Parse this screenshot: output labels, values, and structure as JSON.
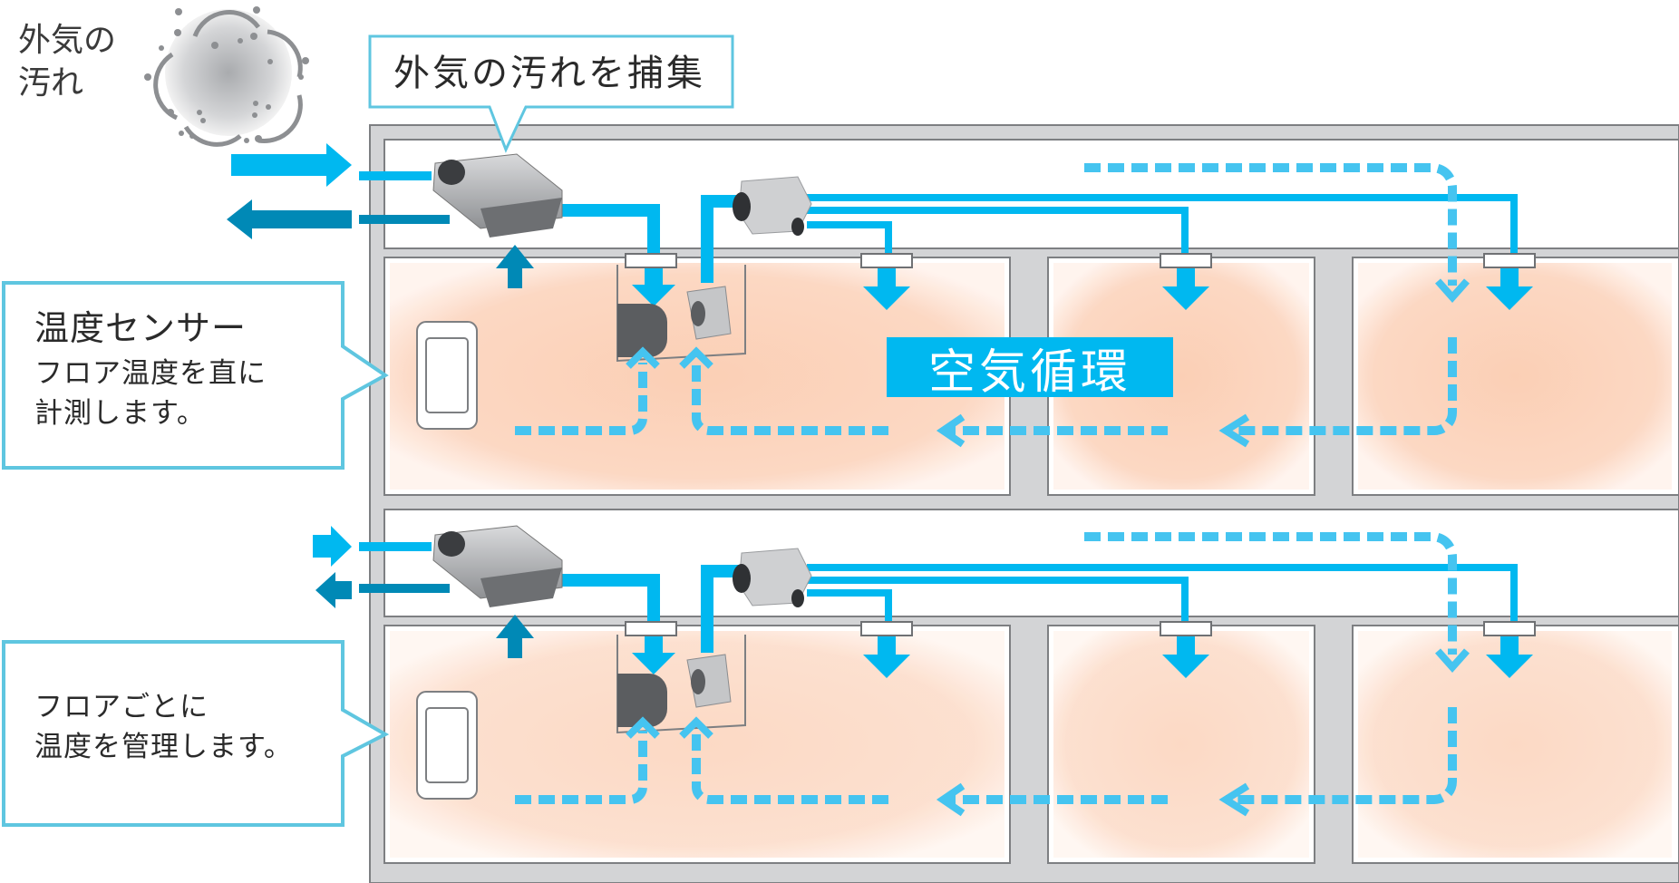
{
  "colors": {
    "supply_blue": "#00b8f0",
    "exhaust_blue": "#0089b6",
    "circulation_dash": "#45c4f0",
    "callout_border": "#5fc6e0",
    "wall_gray": "#d3d4d6",
    "wall_line": "#7d7f82",
    "room_warm": "#fbcdb2"
  },
  "labels": {
    "outdoor_pollution": [
      "外気の",
      "汚れ"
    ],
    "capture_callout": "外気の汚れを捕集",
    "circulation_banner": "空気循環"
  },
  "callouts": {
    "sensor": {
      "title": "温度センサー",
      "lines": [
        "フロア温度を直に",
        "計測します。"
      ]
    },
    "floor_control": {
      "lines": [
        "フロアごとに",
        "温度を管理します。"
      ]
    }
  },
  "icons": {
    "pollution": "dust-cloud-icon",
    "ventilator": "ventilation-unit-icon",
    "branch": "duct-branch-chamber-icon",
    "sensor": "wall-thermostat-icon",
    "fan": "inline-fan-icon",
    "ac_unit": "air-conditioner-icon"
  },
  "floors": [
    {
      "name": "upper-floor",
      "rooms": 3
    },
    {
      "name": "lower-floor",
      "rooms": 3
    }
  ]
}
